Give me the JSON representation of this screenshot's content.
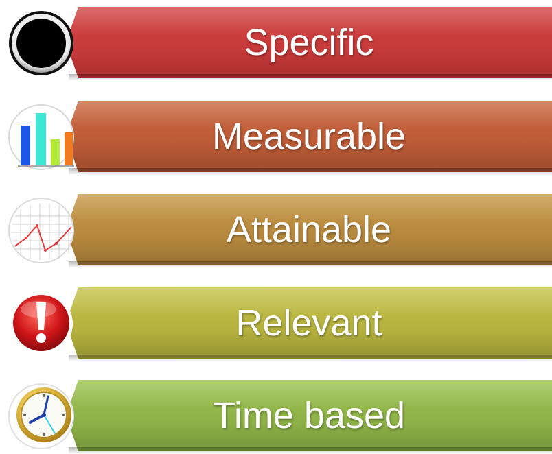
{
  "items": [
    {
      "label": "Specific",
      "icon": "circle-target-icon",
      "color": "#c73a3a"
    },
    {
      "label": "Measurable",
      "icon": "bar-chart-icon",
      "color": "#bb5b36"
    },
    {
      "label": "Attainable",
      "icon": "line-graph-icon",
      "color": "#b6883d"
    },
    {
      "label": "Relevant",
      "icon": "exclamation-icon",
      "color": "#b4b13e"
    },
    {
      "label": "Time based",
      "icon": "clock-icon",
      "color": "#8db147"
    }
  ]
}
